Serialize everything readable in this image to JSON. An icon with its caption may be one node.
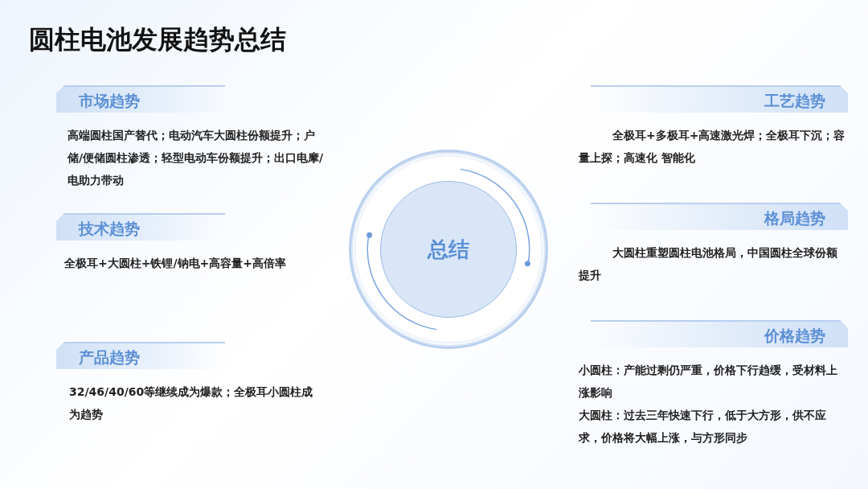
{
  "diagram": {
    "title": "圆柱电池发展趋势总结",
    "nodes": [
      {
        "text": [
          "总结"
        ]
      },
      {
        "text": [
          "市场趋势",
          "高端圆柱国产替代；电动汽车大圆柱份额提升；户储/便储圆柱渗透；轻型电动车份额提升；出口电摩/电助力带动"
        ]
      },
      {
        "text": [
          "技术趋势",
          "全极耳+大圆柱+铁锂/钠电+高容量+高倍率"
        ]
      },
      {
        "text": [
          "产品趋势",
          "32/46/40/60等继续成为爆款；全极耳小圆柱成为趋势"
        ]
      },
      {
        "text": [
          "工艺趋势",
          "全极耳+多极耳+高速激光焊；全极耳下沉；容量上探；高速化 智能化"
        ]
      },
      {
        "text": [
          "格局趋势",
          "大圆柱重塑圆柱电池格局，中国圆柱全球份额提升"
        ]
      },
      {
        "text": [
          "价格趋势",
          "小圆柱：产能过剩仍严重，价格下行趋缓，受材料上涨影响",
          "大圆柱：过去三年快速下行，低于大方形，供不应求，价格将大幅上涨，与方形同步"
        ]
      }
    ]
  }
}
